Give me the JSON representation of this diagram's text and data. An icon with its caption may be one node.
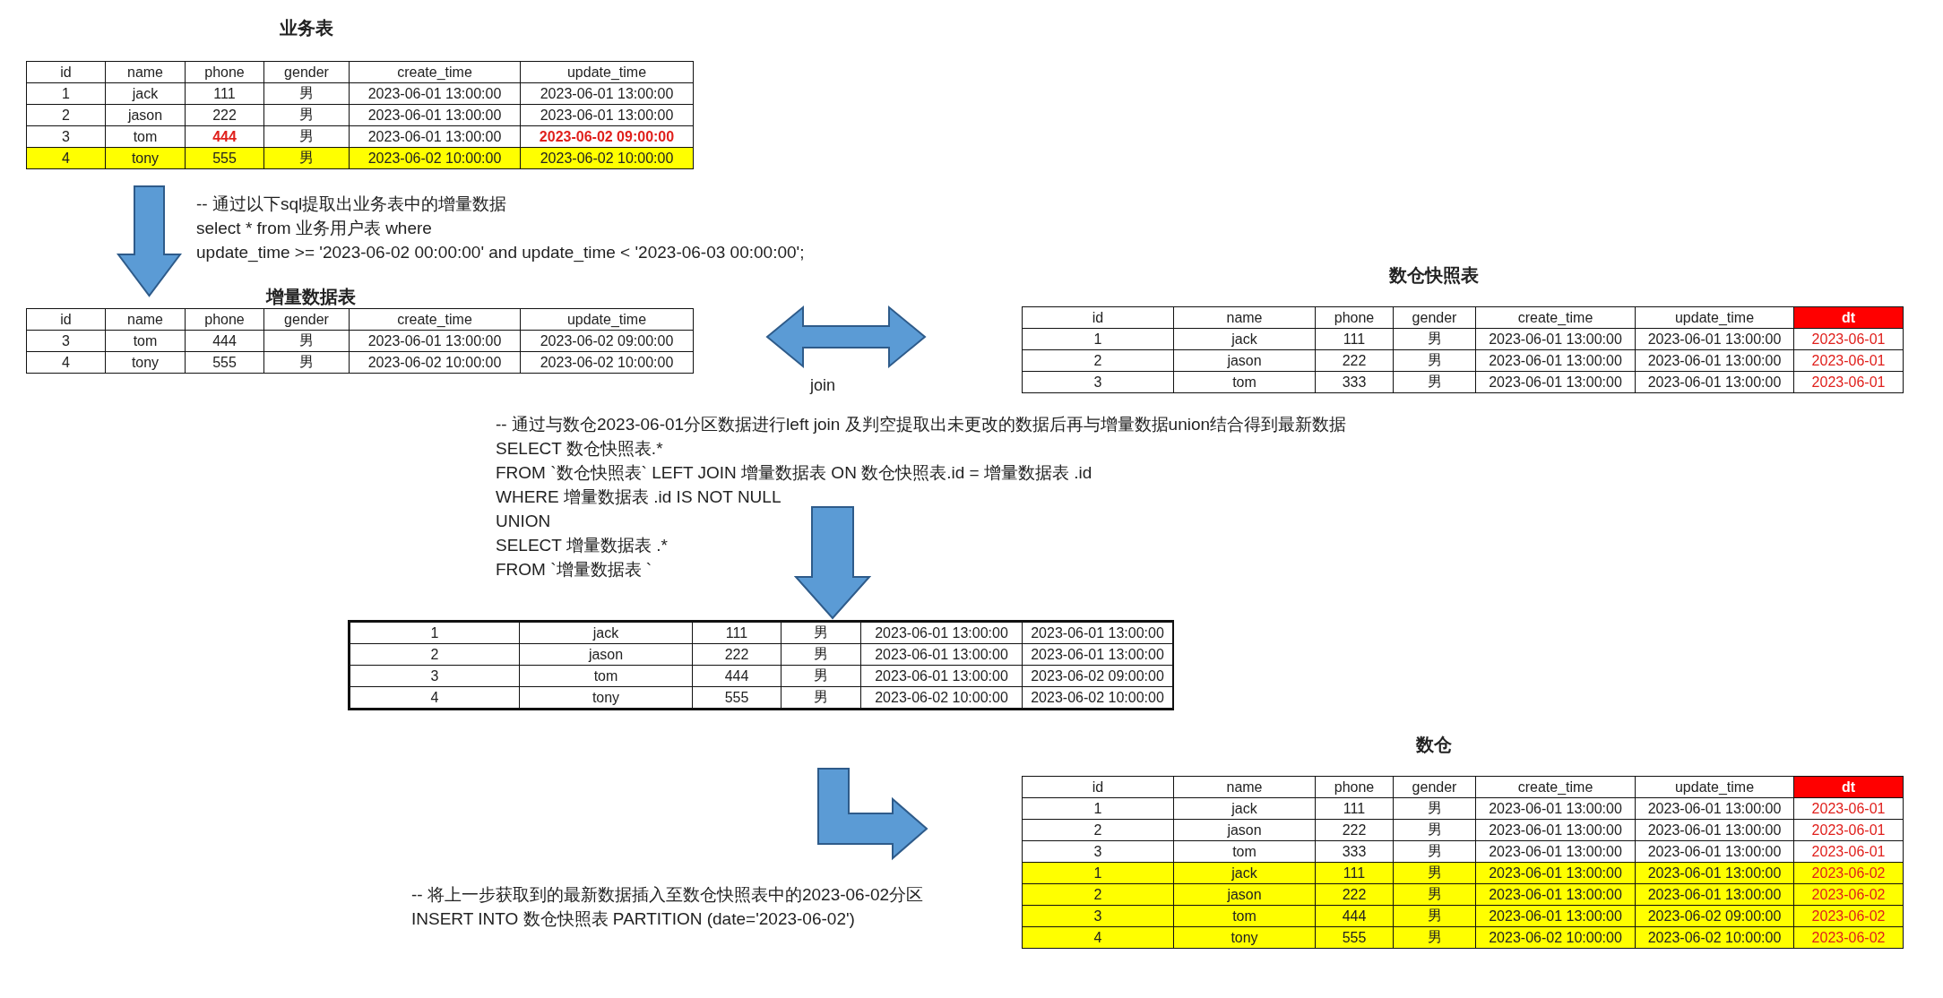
{
  "diagram": {
    "nodes": [
      {
        "text": [
          "业务表"
        ]
      },
      {
        "text": [
          "增量数据表"
        ]
      },
      {
        "text": [
          "数仓快照表"
        ]
      },
      {
        "text": [],
        "shape": "box"
      },
      {
        "text": [
          "数仓"
        ]
      }
    ],
    "edges": [
      {
        "from": 0,
        "to": 1,
        "arrow": "to"
      },
      {
        "from": 1,
        "to": 2,
        "arrow": "both",
        "label": "join"
      },
      {
        "from": null,
        "to": 3,
        "arrow": "to"
      },
      {
        "from": 3,
        "to": 4,
        "arrow": "to"
      }
    ],
    "labels": [
      "id",
      "name",
      "phone",
      "gender",
      "create_time",
      "update_time",
      "1",
      "jack",
      "111",
      "男",
      "2023-06-01 13:00:00",
      "2023-06-01 13:00:00",
      "2",
      "jason",
      "222",
      "男",
      "2023-06-01 13:00:00",
      "2023-06-01 13:00:00",
      "3",
      "tom",
      "444",
      "男",
      "2023-06-01 13:00:00",
      "2023-06-02 09:00:00",
      "4",
      "tony",
      "555",
      "男",
      "2023-06-02 10:00:00",
      "2023-06-02 10:00:00",
      "-- 通过以下sql提取出业务表中的增量数据",
      "select * from 业务用户表 where",
      "update_time >=  '2023-06-02 00:00:00' and update_time < '2023-06-03 00:00:00';",
      "id",
      "name",
      "phone",
      "gender",
      "create_time",
      "update_time",
      "3",
      "tom",
      "444",
      "男",
      "2023-06-01 13:00:00",
      "2023-06-02 09:00:00",
      "4",
      "tony",
      "555",
      "男",
      "2023-06-02 10:00:00",
      "2023-06-02 10:00:00",
      "id",
      "name",
      "phone",
      "gender",
      "create_time",
      "update_time",
      "dt",
      "1",
      "jack",
      "111",
      "男",
      "2023-06-01 13:00:00",
      "2023-06-01 13:00:00",
      "2023-06-01",
      "2",
      "jason",
      "222",
      "男",
      "2023-06-01 13:00:00",
      "2023-06-01 13:00:00",
      "2023-06-01",
      "3",
      "tom",
      "333",
      "男",
      "2023-06-01 13:00:00",
      "2023-06-01 13:00:00",
      "2023-06-01",
      "-- 通过与数仓2023-06-01分区数据进行left join 及判空提取出未更改的数据后再与增量数据union结合得到最新数据",
      "SELECT 数仓快照表.*",
      "FROM `数仓快照表` LEFT JOIN 增量数据表 ON 数仓快照表.id = 增量数据表 .id",
      "WHERE 增量数据表 .id IS NOT NULL",
      "UNION",
      "SELECT 增量数据表 .*",
      "FROM `增量数据表 `",
      "1",
      "jack",
      "111",
      "男",
      "2023-06-01 13:00:00",
      "2023-06-01 13:00:00",
      "2",
      "jason",
      "222",
      "男",
      "2023-06-01 13:00:00",
      "2023-06-01 13:00:00",
      "3",
      "tom",
      "444",
      "男",
      "2023-06-01 13:00:00",
      "2023-06-02 09:00:00",
      "4",
      "tony",
      "555",
      "男",
      "2023-06-02 10:00:00",
      "2023-06-02 10:00:00",
      "id",
      "name",
      "phone",
      "gender",
      "create_time",
      "update_time",
      "dt",
      "1",
      "jack",
      "111",
      "男",
      "2023-06-01 13:00:00",
      "2023-06-01 13:00:00",
      "2023-06-01",
      "2",
      "jason",
      "222",
      "男",
      "2023-06-01 13:00:00",
      "2023-06-01 13:00:00",
      "2023-06-01",
      "3",
      "tom",
      "333",
      "男",
      "2023-06-01 13:00:00",
      "2023-06-01 13:00:00",
      "2023-06-01",
      "1",
      "jack",
      "111",
      "男",
      "2023-06-01 13:00:00",
      "2023-06-01 13:00:00",
      "2023-06-02",
      "2",
      "jason",
      "222",
      "男",
      "2023-06-01 13:00:00",
      "2023-06-01 13:00:00",
      "2023-06-02",
      "3",
      "tom",
      "444",
      "男",
      "2023-06-01 13:00:00",
      "2023-06-02 09:00:00",
      "2023-06-02",
      "4",
      "tony",
      "555",
      "男",
      "2023-06-02 10:00:00",
      "2023-06-02 10:00:00",
      "2023-06-02",
      "-- 将上一步获取到的最新数据插入至数仓快照表中的2023-06-02分区",
      "INSERT INTO 数仓快照表 PARTITION (date='2023-06-02')"
    ]
  }
}
